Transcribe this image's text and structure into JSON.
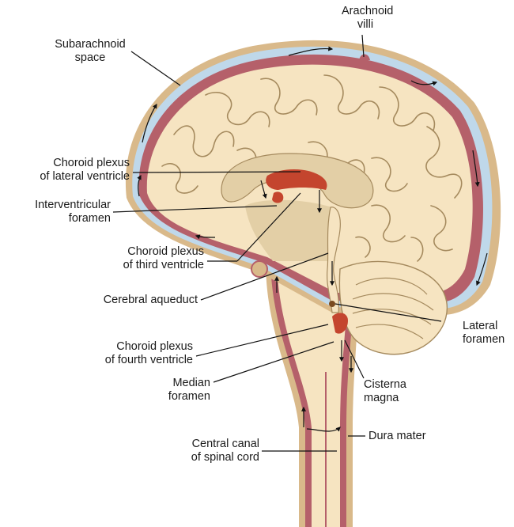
{
  "labels": {
    "arachnoid_villi": [
      "Arachnoid",
      "villi"
    ],
    "subarachnoid_space": [
      "Subarachnoid",
      "space"
    ],
    "choroid_plexus_lateral": [
      "Choroid plexus",
      "of lateral ventricle"
    ],
    "interventricular_foramen": [
      "Interventricular",
      "foramen"
    ],
    "choroid_plexus_third": [
      "Choroid plexus",
      "of third ventricle"
    ],
    "cerebral_aqueduct": [
      "Cerebral aqueduct"
    ],
    "choroid_plexus_fourth": [
      "Choroid plexus",
      "of fourth ventricle"
    ],
    "median_foramen": [
      "Median",
      "foramen"
    ],
    "central_canal": [
      "Central canal",
      "of spinal cord"
    ],
    "lateral_foramen": [
      "Lateral",
      "foramen"
    ],
    "cisterna_magna": [
      "Cisterna",
      "magna"
    ],
    "dura_mater": [
      "Dura mater"
    ]
  },
  "colors": {
    "dura": "#D9B98A",
    "subarachnoid_csf": "#BFD8EA",
    "pia_red": "#B5606A",
    "brain": "#F6E4C1",
    "gyrus_line": "#A58A5E",
    "choroid_plexus": "#C4452E",
    "ventricle": "#E3CFA6",
    "leader": "#111111"
  }
}
